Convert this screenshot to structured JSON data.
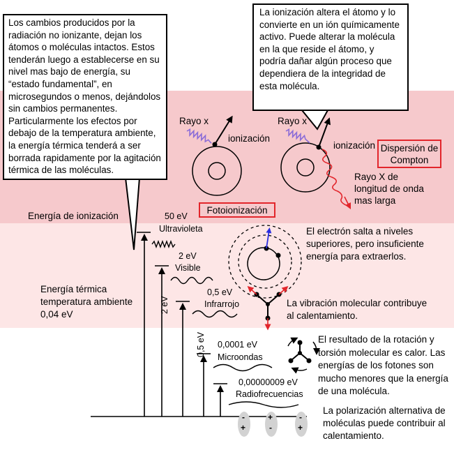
{
  "callouts": {
    "left": "Los cambios producidos por la radiación no ionizante, dejan los átomos o moléculas intactos.  Estos tenderán luego a establecerse en su nivel mas bajo de energía, su “estado fundamental”, en microsegundos o menos, dejándolos sin cambios permanentes.  Particularmente los efectos por debajo de la temperatura ambiente, la energía térmica tenderá a ser borrada rapidamente por la agitación térmica de las moléculas.",
    "right": "La ionización altera el átomo y lo convierte en un ión químicamente activo.  Puede alterar la molécula en la que reside el átomo,  y podría dañar algún proceso que dependiera de la integridad de esta molécula."
  },
  "ionization": {
    "left_ray": "Rayo x",
    "left_label": "ionización",
    "right_ray": "Rayo x",
    "right_label": "ionización",
    "compton_box": "Dispersión de Compton",
    "long_wave": "Rayo X de longitud de onda mas larga",
    "photoionization_box": "Fotoionización"
  },
  "bands": {
    "ionization_energy": "Energía de ionización",
    "thermal_energy": "Energía térmica temperatura ambiente 0,04 eV"
  },
  "levels": [
    {
      "energy": "50 eV",
      "name": "Ultravioleta"
    },
    {
      "energy": "2 eV",
      "name": "Visible"
    },
    {
      "energy": "0,5 eV",
      "name": "Infrarrojo"
    },
    {
      "energy": "0,0001 eV",
      "name": "Microondas"
    },
    {
      "energy": "0,00000009 eV",
      "name": "Radiofrecuencias"
    }
  ],
  "vertical_labels": {
    "two_ev": "2 eV",
    "half_ev": "0,5 eV"
  },
  "notes": {
    "electron_jump": "El electrón salta a niveles superiores, pero insuficiente energía para extraerlos.",
    "vibration": "La vibración molecular contribuye al calentamiento.",
    "rotation": "El resultado de la rotación y torsión molecular es calor. Las energías de los fotones son mucho menores que la energía de una molécula.",
    "polarization": "La polarización alternativa de moléculas puede contribuir al calentamiento."
  },
  "charges": {
    "minus": "-",
    "plus": "+"
  },
  "colors": {
    "ionization_band": "#f6c9cc",
    "thermal_band": "#fde6e6",
    "red": "#e2252b",
    "blue": "#2a2ee0",
    "wave_purple": "#8a6cd8",
    "molecule_gray": "#d2d2d2"
  }
}
